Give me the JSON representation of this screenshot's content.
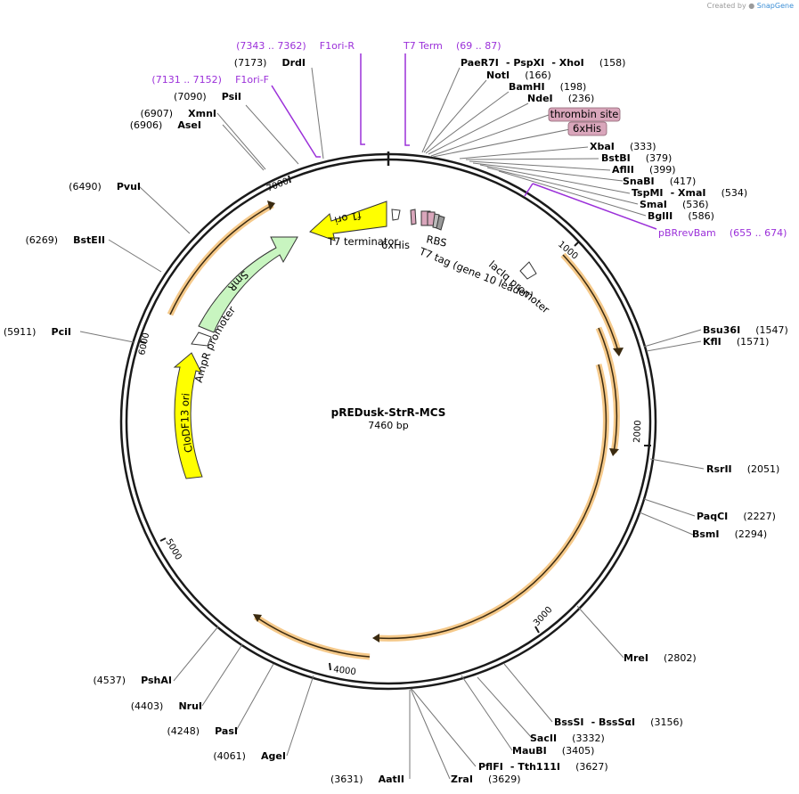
{
  "credit": {
    "prefix": "Created by",
    "brand": "SnapGene"
  },
  "map": {
    "name": "pREDusk-StrR-MCS",
    "length": "7460 bp"
  },
  "ticks": [
    "1000",
    "2000",
    "3000",
    "4000",
    "5000",
    "6000",
    "7000"
  ],
  "sites": [
    {
      "name": "PaeR7I",
      "pos": "(158)",
      "name2": "PspXI",
      "name3": "XhoI"
    },
    {
      "name": "NotI",
      "pos": "(166)"
    },
    {
      "name": "BamHI",
      "pos": "(198)"
    },
    {
      "name": "NdeI",
      "pos": "(236)"
    },
    {
      "name": "XbaI",
      "pos": "(333)"
    },
    {
      "name": "BstBI",
      "pos": "(379)"
    },
    {
      "name": "AflII",
      "pos": "(399)"
    },
    {
      "name": "SnaBI",
      "pos": "(417)"
    },
    {
      "name": "TspMI",
      "pos": "(534)",
      "name2": "XmaI"
    },
    {
      "name": "SmaI",
      "pos": "(536)"
    },
    {
      "name": "BglII",
      "pos": "(586)"
    },
    {
      "name": "Bsu36I",
      "pos": "(1547)"
    },
    {
      "name": "KflI",
      "pos": "(1571)"
    },
    {
      "name": "RsrII",
      "pos": "(2051)"
    },
    {
      "name": "PaqCI",
      "pos": "(2227)"
    },
    {
      "name": "BsmI",
      "pos": "(2294)"
    },
    {
      "name": "MreI",
      "pos": "(2802)"
    },
    {
      "name": "BssSI",
      "pos": "(3156)",
      "name2": "BssSαI"
    },
    {
      "name": "SacII",
      "pos": "(3332)"
    },
    {
      "name": "MauBI",
      "pos": "(3405)"
    },
    {
      "name": "PflFI",
      "pos": "(3627)",
      "name2": "Tth111I"
    },
    {
      "name": "ZraI",
      "pos": "(3629)"
    },
    {
      "name": "AatII",
      "pos": "(3631)"
    },
    {
      "name": "AgeI",
      "pos": "(4061)"
    },
    {
      "name": "PasI",
      "pos": "(4248)"
    },
    {
      "name": "NruI",
      "pos": "(4403)"
    },
    {
      "name": "PshAI",
      "pos": "(4537)"
    },
    {
      "name": "PciI",
      "pos": "(5911)"
    },
    {
      "name": "BstEII",
      "pos": "(6269)"
    },
    {
      "name": "PvuI",
      "pos": "(6490)"
    },
    {
      "name": "AseI",
      "pos": "(6906)"
    },
    {
      "name": "XmnI",
      "pos": "(6907)"
    },
    {
      "name": "PsiI",
      "pos": "(7090)"
    },
    {
      "name": "DrdI",
      "pos": "(7173)"
    }
  ],
  "primers": [
    {
      "name": "F1ori-R",
      "range": "(7343 .. 7362)"
    },
    {
      "name": "T7 Term",
      "range": "(69 .. 87)"
    },
    {
      "name": "F1ori-F",
      "range": "(7131 .. 7152)"
    },
    {
      "name": "pBRrevBam",
      "range": "(655 .. 674)"
    }
  ],
  "boxed_labels": [
    "thrombin site",
    "6xHis"
  ],
  "features": {
    "f1_ori": "f1 ori",
    "smr": "SmR",
    "ampr_promoter": "AmpR promoter",
    "clodf13_ori": "CloDF13 ori",
    "t7_terminator": "T7 terminator",
    "his_tag": "6xHis",
    "rbs": "RBS",
    "t7_tag": "T7 tag (gene 10 leader)",
    "laciq_promoter": "lacIq promoter"
  },
  "colors": {
    "backbone": "#1a1a1a",
    "orf_orange": "#f5c98a",
    "ori_yellow": "#ffff00",
    "smr_green": "#c8f5c0",
    "primer_purple": "#9b30d9",
    "feature_pink": "#d9a6bb",
    "rbs_gray": "#999999"
  }
}
